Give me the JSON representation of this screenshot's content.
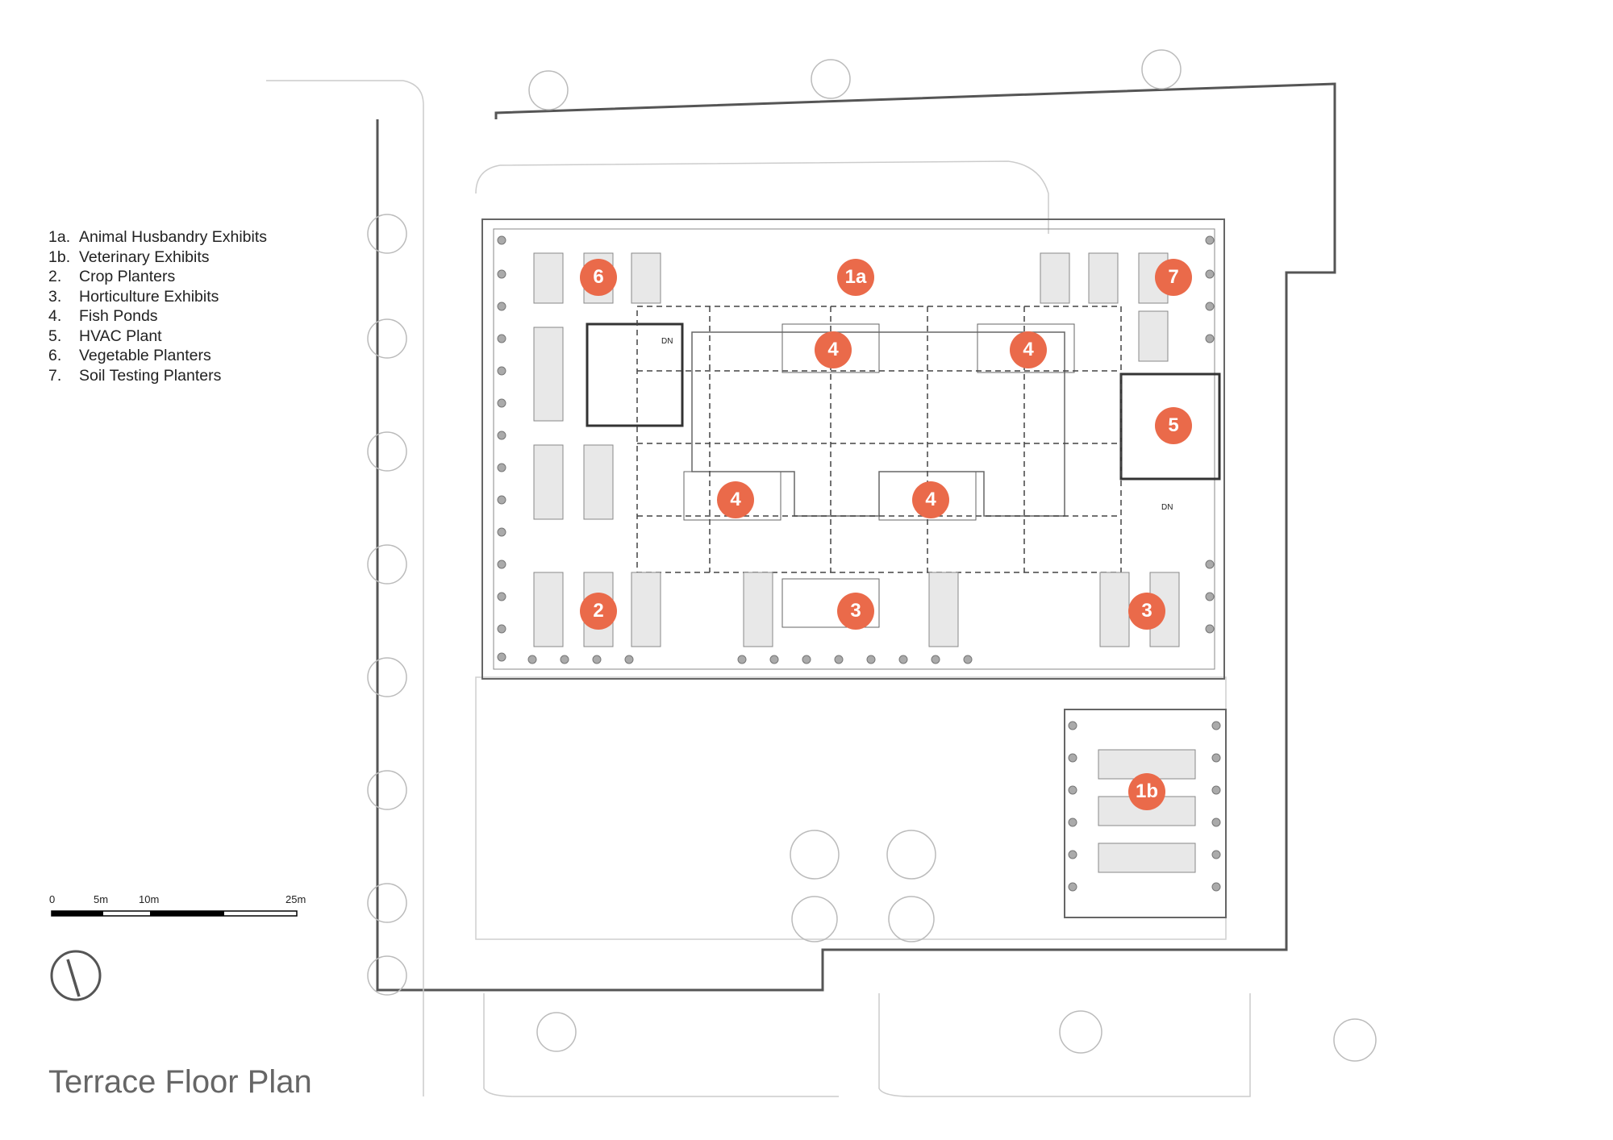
{
  "title": "Terrace Floor Plan",
  "legend": [
    {
      "code": "1a.",
      "label": "Animal Husbandry Exhibits"
    },
    {
      "code": "1b.",
      "label": "Veterinary Exhibits"
    },
    {
      "code": "2.",
      "label": "Crop Planters"
    },
    {
      "code": "3.",
      "label": "Horticulture Exhibits"
    },
    {
      "code": "4.",
      "label": "Fish Ponds"
    },
    {
      "code": "5.",
      "label": "HVAC Plant"
    },
    {
      "code": "6.",
      "label": "Vegetable Planters"
    },
    {
      "code": "7.",
      "label": "Soil Testing Planters"
    }
  ],
  "scale_bar": {
    "labels": [
      "0",
      "5m",
      "10m",
      "25m"
    ]
  },
  "markers": [
    "6",
    "1a",
    "7",
    "4",
    "4",
    "5",
    "4",
    "4",
    "2",
    "3",
    "3",
    "1b"
  ],
  "plan_labels": {
    "stair_down": "DN"
  },
  "colors": {
    "marker": "#ea6a4a",
    "lines": "#666666",
    "outline": "#555555",
    "trees": "#bbbbbb",
    "title": "#666666"
  }
}
